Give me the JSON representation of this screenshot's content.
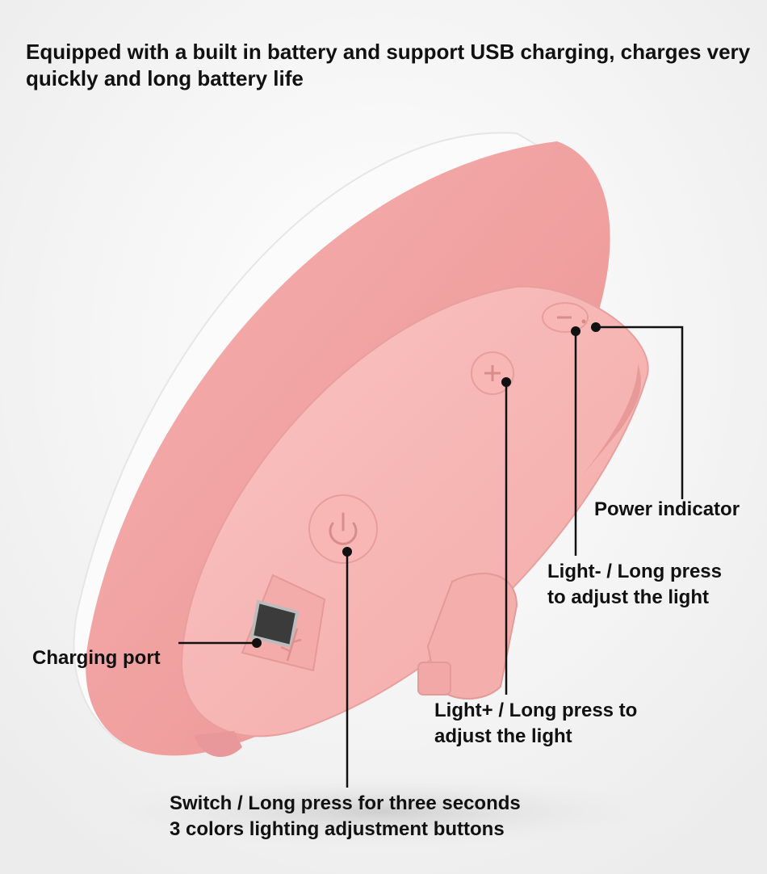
{
  "headline": "Equipped with a built in battery and support USB charging, charges very quickly and long battery life",
  "callouts": {
    "power_indicator": "Power indicator",
    "light_minus_line1": "Light- / Long press",
    "light_minus_line2": "to adjust the light",
    "light_plus_line1": "Light+ / Long press to",
    "light_plus_line2": "adjust the light",
    "charging_port": "Charging port",
    "switch_line1": "Switch / Long press for three seconds",
    "switch_line2": "3 colors lighting adjustment buttons"
  },
  "colors": {
    "background": "#f2f2f2",
    "body_pink": "#efa3a3",
    "panel_pink": "#f7b8b6",
    "light_face": "#fbfbfb",
    "leader_line": "#111111"
  },
  "icons": [
    "power-icon",
    "plus-icon",
    "minus-icon",
    "usb-icon"
  ]
}
